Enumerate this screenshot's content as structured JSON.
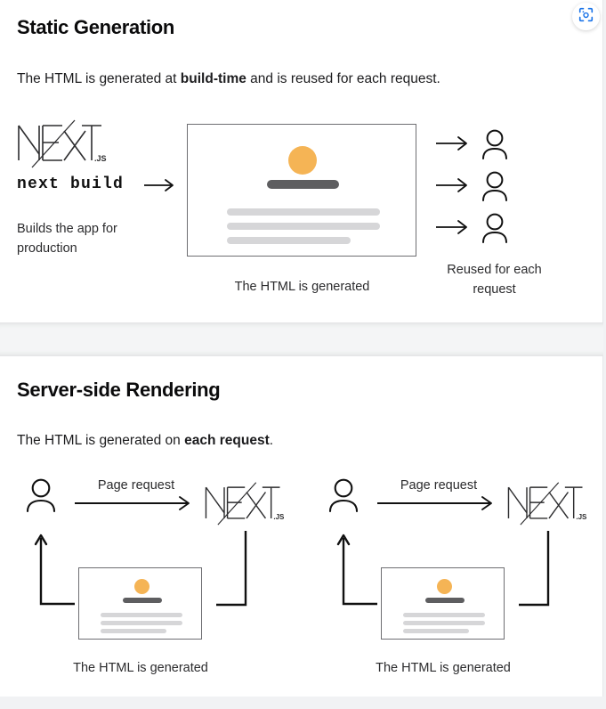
{
  "toolbar": {
    "scan_button_label": "",
    "scan_icon": "scan-capture-icon",
    "accent_color": "#1a73e8"
  },
  "colors": {
    "page_background": "#f1f2f4",
    "card_background": "#ffffff",
    "gap_background": "#f4f5f6",
    "accent_orange": "#f5b455",
    "bar_dark": "#5e5e60",
    "line_gray": "#d6d6d8",
    "stroke": "#111111",
    "mock_border": "#6e6e72"
  },
  "sections": [
    {
      "id": "static-generation",
      "title": "Static Generation",
      "subtitle_prefix": "The HTML is generated at ",
      "subtitle_bold": "build-time",
      "subtitle_suffix": " and is reused for each request.",
      "logo": {
        "word": "NEXT",
        "suffix": ".JS"
      },
      "command": "next build",
      "command_arrow": "→",
      "command_note": "Builds the app for production",
      "browser_caption": "The HTML is generated",
      "clients_caption": "Reused for each request",
      "client_count": 3,
      "arrow_glyph": "→"
    },
    {
      "id": "server-side-rendering",
      "title": "Server-side Rendering",
      "subtitle_prefix": "The HTML is generated on ",
      "subtitle_bold": "each request",
      "subtitle_suffix": ".",
      "flows": [
        {
          "request_label": "Page request",
          "logo": {
            "word": "NEXT",
            "suffix": ".JS"
          },
          "browser_caption": "The HTML is generated"
        },
        {
          "request_label": "Page request",
          "logo": {
            "word": "NEXT",
            "suffix": ".JS"
          },
          "browser_caption": "The HTML is generated"
        }
      ]
    }
  ]
}
